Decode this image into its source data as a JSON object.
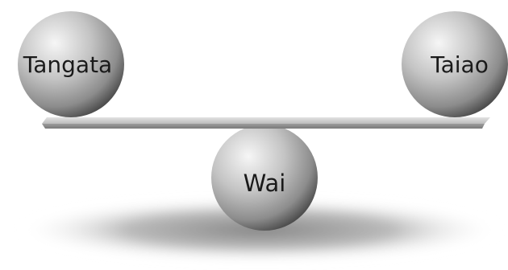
{
  "diagram": {
    "left_sphere": {
      "label": "Tangata"
    },
    "right_sphere": {
      "label": "Taiao"
    },
    "fulcrum_sphere": {
      "label": "Wai"
    }
  },
  "colors": {
    "sphere_light": "#f4f4f4",
    "sphere_mid": "#9a9a9a",
    "sphere_dark": "#3c3c3c",
    "beam": "#b5b5b5",
    "shadow": "#8a8a8a",
    "text": "#1a1a1a"
  }
}
